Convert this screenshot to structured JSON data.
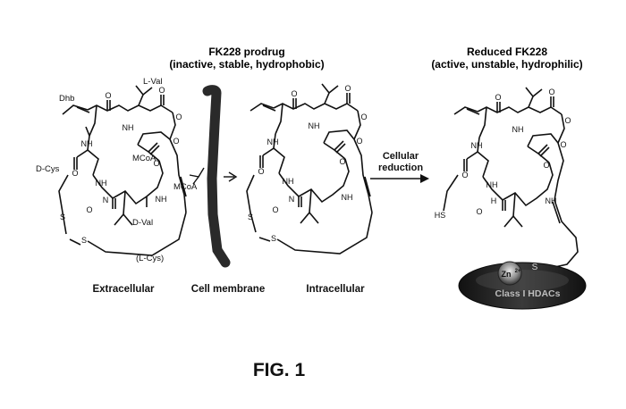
{
  "headers": {
    "prodrug_title": "FK228 prodrug",
    "prodrug_subtitle": "(inactive, stable, hydrophobic)",
    "reduced_title": "Reduced FK228",
    "reduced_subtitle": "(active, unstable, hydrophilic)"
  },
  "residue_labels": {
    "dhb": "Dhb",
    "lval": "L-Val",
    "dcys": "D-Cys",
    "mcoa1": "MCoA",
    "mcoa2": "MCoA",
    "dval": "D-Val",
    "lcys": "(L-Cys)"
  },
  "atoms": {
    "O": "O",
    "NH": "NH",
    "N": "N",
    "S": "S",
    "HS": "HS",
    "H": "H"
  },
  "arrow_label": {
    "line1": "Cellular",
    "line2": "reduction"
  },
  "bottom_labels": {
    "extracellular": "Extracellular",
    "membrane": "Cell membrane",
    "intracellular": "Intracellular"
  },
  "enzyme": {
    "zn": "Zn",
    "superscript": "2+",
    "s": "S",
    "label": "Class I HDACs"
  },
  "figure_caption": "FIG. 1",
  "colors": {
    "ink": "#111111",
    "membrane": "#2a2a2a",
    "enzyme_dark": "#1a1a1a",
    "enzyme_light": "#9a9a9a"
  }
}
